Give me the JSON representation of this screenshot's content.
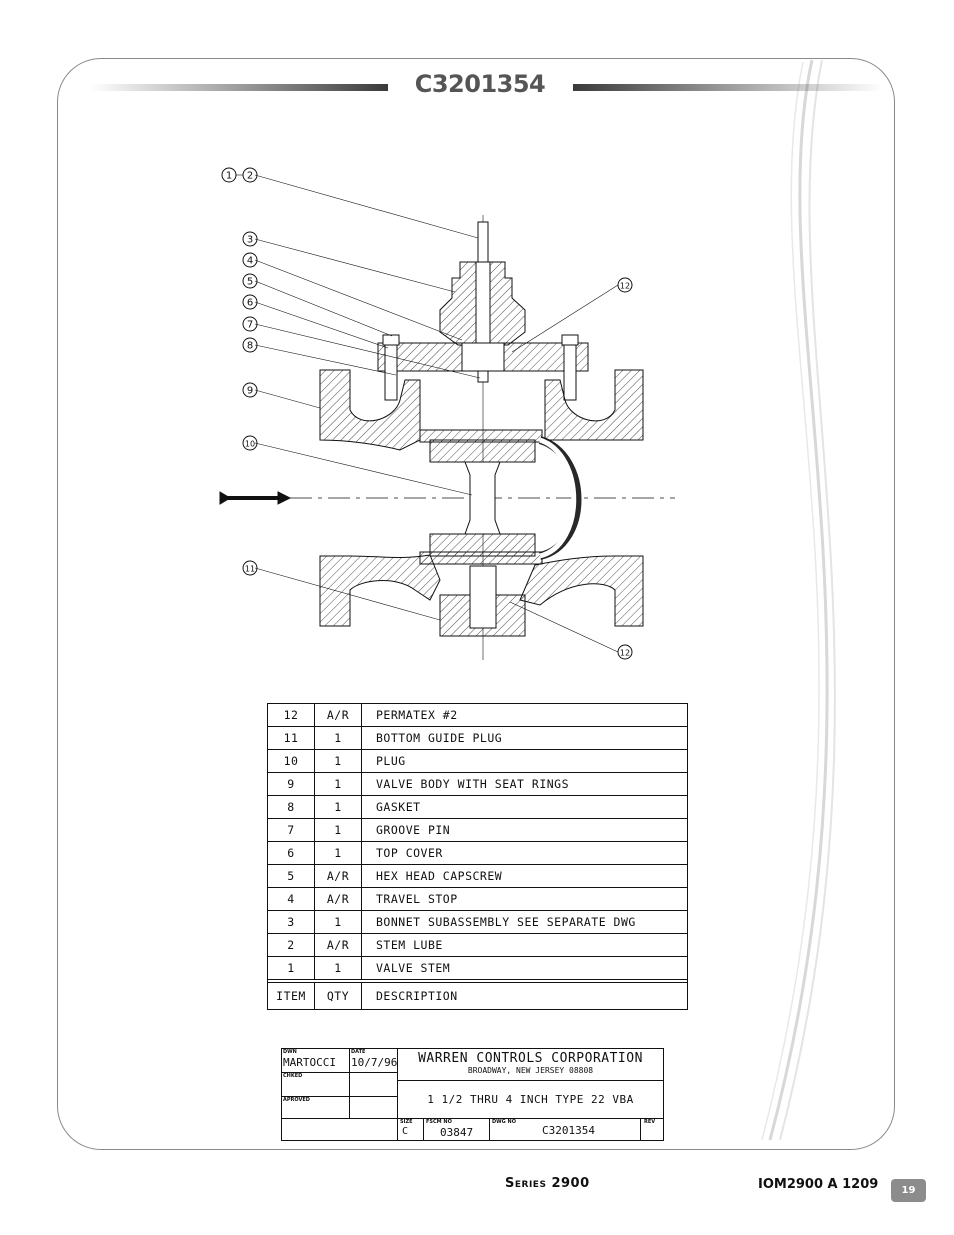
{
  "header": {
    "title": "C3201354"
  },
  "drawing": {
    "callouts": [
      "1",
      "2",
      "3",
      "4",
      "5",
      "6",
      "7",
      "8",
      "9",
      "10",
      "11",
      "12",
      "12"
    ]
  },
  "parts_list": {
    "rows": [
      {
        "item": "12",
        "qty": "A/R",
        "description": "PERMATEX #2"
      },
      {
        "item": "11",
        "qty": "1",
        "description": "BOTTOM GUIDE PLUG"
      },
      {
        "item": "10",
        "qty": "1",
        "description": "PLUG"
      },
      {
        "item": "9",
        "qty": "1",
        "description": "VALVE BODY WITH SEAT RINGS"
      },
      {
        "item": "8",
        "qty": "1",
        "description": "GASKET"
      },
      {
        "item": "7",
        "qty": "1",
        "description": "GROOVE PIN"
      },
      {
        "item": "6",
        "qty": "1",
        "description": "TOP COVER"
      },
      {
        "item": "5",
        "qty": "A/R",
        "description": "HEX HEAD CAPSCREW"
      },
      {
        "item": "4",
        "qty": "A/R",
        "description": "TRAVEL STOP"
      },
      {
        "item": "3",
        "qty": "1",
        "description": "BONNET SUBASSEMBLY     SEE SEPARATE DWG"
      },
      {
        "item": "2",
        "qty": "A/R",
        "description": "STEM LUBE"
      },
      {
        "item": "1",
        "qty": "1",
        "description": "VALVE STEM"
      }
    ],
    "header": {
      "item": "ITEM",
      "qty": "QTY",
      "description": "DESCRIPTION"
    }
  },
  "title_block": {
    "drawn_label": "DWN",
    "drawn_by": "MARTOCCI",
    "date_label": "DATE",
    "date": "10/7/96",
    "checked_label": "CHKED",
    "approved_label": "APROVED",
    "company": "WARREN CONTROLS CORPORATION",
    "address": "BROADWAY, NEW JERSEY 08808",
    "drawing_title": "1 1/2 THRU 4 INCH TYPE 22 VBA",
    "size_label": "SIZE",
    "size": "C",
    "fscm_label": "FSCM NO",
    "fscm": "03847",
    "dwg_label": "DWG NO",
    "dwg_no": "C3201354",
    "rev_label": "REV"
  },
  "footer": {
    "series": "Series 2900",
    "doc_code": "IOM2900 A 1209",
    "page": "19"
  }
}
